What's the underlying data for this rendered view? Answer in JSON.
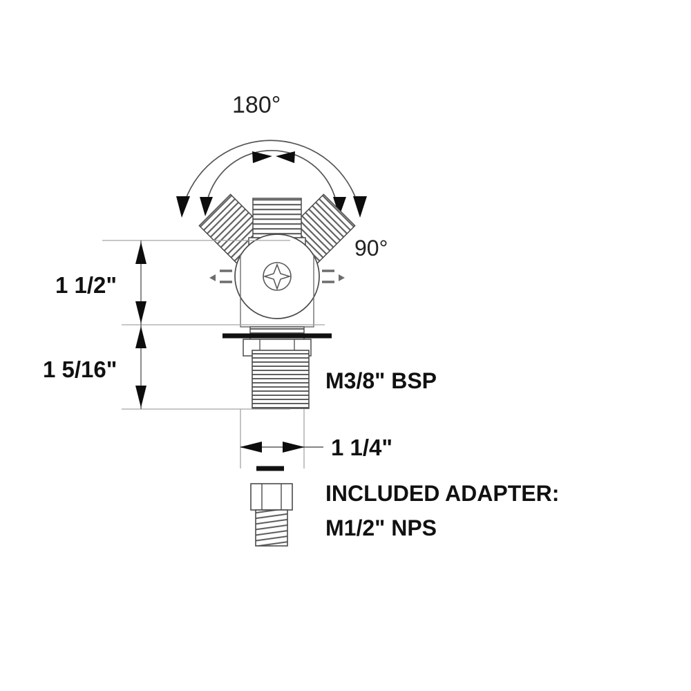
{
  "drawing": {
    "title": "Swivel valve body dimensioned technical drawing",
    "background_color": "#ffffff",
    "line_color": "#3c3c3c",
    "hatch_color": "#555555",
    "text_color": "#111111",
    "thin_line_color": "#9a9a9a"
  },
  "angles": {
    "outer_sweep": {
      "label": "180°",
      "value": 180,
      "unit": "degrees",
      "arrow_count": 2
    },
    "inner_sweep": {
      "label": "90°",
      "value": 90,
      "unit": "degrees",
      "arrow_count": 2
    }
  },
  "dimensions": {
    "vertical_upper": {
      "label": "1 1/2\"",
      "value": 1.5,
      "unit": "inch",
      "describes": "height of valve body above mounting surface"
    },
    "vertical_lower": {
      "label": "1 5/16\"",
      "value": 1.3125,
      "unit": "inch",
      "describes": "length of threaded mounting stem below surface"
    },
    "horizontal_width": {
      "label": "1 1/4\"",
      "value": 1.25,
      "unit": "inch",
      "describes": "outer width across threaded stem"
    }
  },
  "callouts": {
    "thread_main": {
      "label": "M3/8\" BSP",
      "thread_size": "3/8\"",
      "thread_standard": "BSP",
      "gender": "Male"
    },
    "adapter": {
      "line1": "INCLUDED ADAPTER:",
      "line2": "M1/2\" NPS",
      "thread_size": "1/2\"",
      "thread_standard": "NPS",
      "gender": "Male"
    }
  },
  "parts": {
    "nozzle_center": "center-threaded-nozzle",
    "nozzle_left": "left-threaded-nozzle",
    "nozzle_right": "right-threaded-nozzle",
    "body": "round-valve-body",
    "screw": "phillips-screw-head",
    "stem": "threaded-mounting-stem",
    "nut": "mounting-nut",
    "washer": "flat-washer-gasket",
    "adapter_hex": "adapter-hex-head",
    "adapter_thread": "adapter-threaded-body"
  }
}
